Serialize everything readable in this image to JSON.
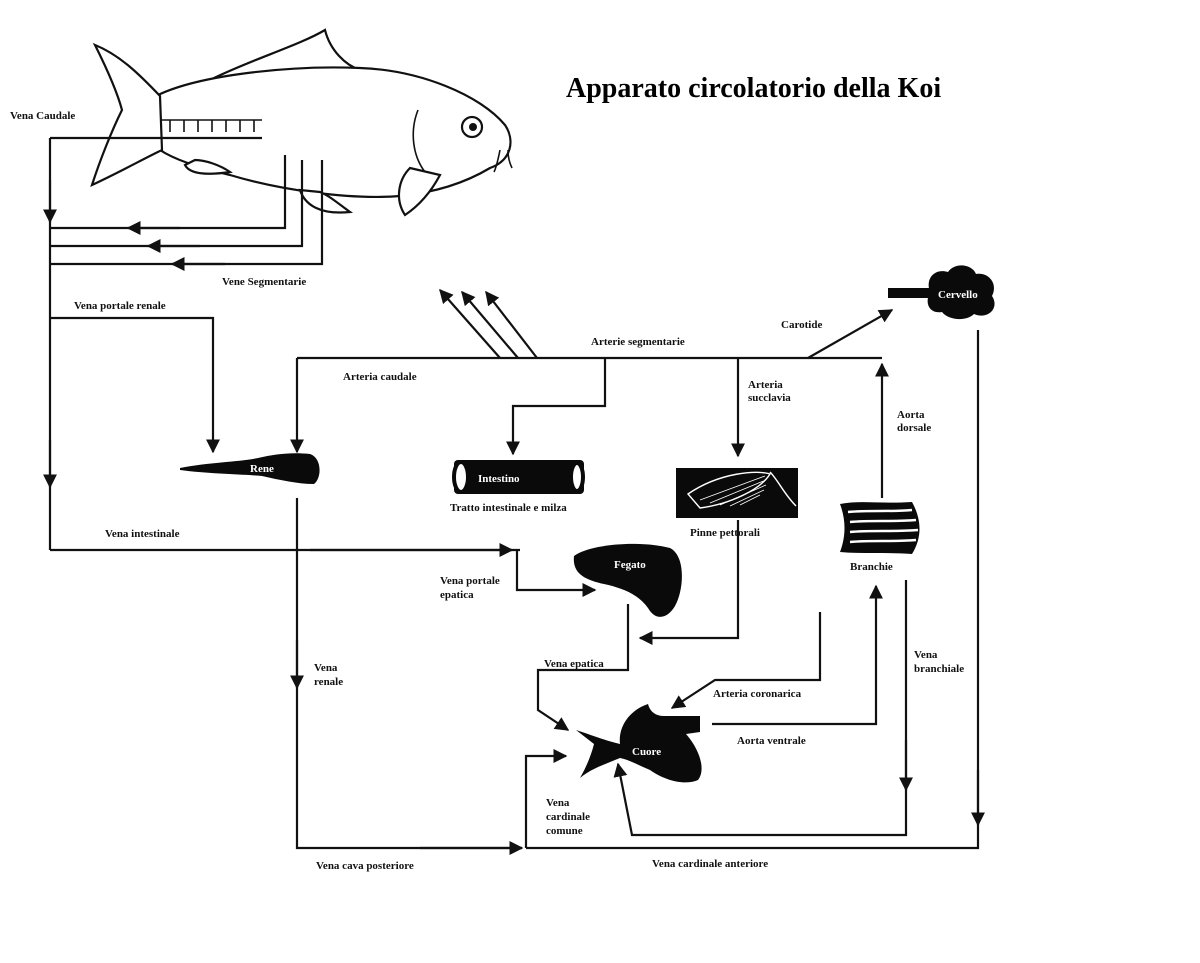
{
  "title": "Apparato circolatorio della Koi",
  "vessels": {
    "vena_caudale": "Vena Caudale",
    "vene_segmentarie": "Vene Segmentarie",
    "vena_portale_renale": "Vena portale renale",
    "arteria_caudale": "Arteria caudale",
    "arterie_segmentarie": "Arterie segmentarie",
    "carotide": "Carotide",
    "arteria_succlavia_1": "Arteria",
    "arteria_succlavia_2": "succlavia",
    "aorta_dorsale_1": "Aorta",
    "aorta_dorsale_2": "dorsale",
    "vena_intestinale": "Vena intestinale",
    "vena_portale_epatica_1": "Vena portale",
    "vena_portale_epatica_2": "epatica",
    "vena_renale_1": "Vena",
    "vena_renale_2": "renale",
    "vena_epatica": "Vena epatica",
    "arteria_coronarica": "Arteria coronarica",
    "aorta_ventrale": "Aorta ventrale",
    "vena_branchiale_1": "Vena",
    "vena_branchiale_2": "branchiale",
    "vena_cardinale_comune_1": "Vena",
    "vena_cardinale_comune_2": "cardinale",
    "vena_cardinale_comune_3": "comune",
    "vena_cava_posteriore": "Vena cava posteriore",
    "vena_cardinale_anteriore": "Vena cardinale anteriore"
  },
  "organs": {
    "cervello": "Cervello",
    "rene": "Rene",
    "intestino": "Intestino",
    "intestino_caption": "Tratto intestinale e milza",
    "pinne_caption": "Pinne pettorali",
    "branchie": "Branchie",
    "fegato": "Fegato",
    "cuore": "Cuore"
  }
}
